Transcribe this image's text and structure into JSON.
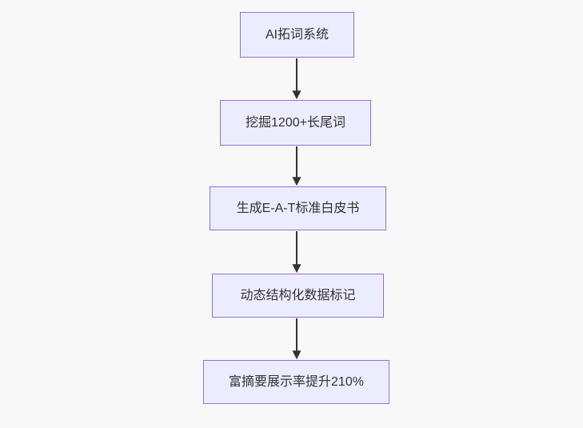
{
  "diagram": {
    "type": "flowchart",
    "direction": "top-down",
    "nodes": [
      {
        "label": "AI拓词系统"
      },
      {
        "label": "挖掘1200+长尾词"
      },
      {
        "label": "生成E-A-T标准白皮书"
      },
      {
        "label": "动态结构化数据标记"
      },
      {
        "label": "富摘要展示率提升210%"
      }
    ],
    "edges": [
      {
        "from": 0,
        "to": 1
      },
      {
        "from": 1,
        "to": 2
      },
      {
        "from": 2,
        "to": 3
      },
      {
        "from": 3,
        "to": 4
      }
    ]
  },
  "colors": {
    "canvas_bg": "#f8f8f8",
    "node_fill": "#ECECFF",
    "node_border": "#9370DB",
    "edge_line": "#333333",
    "node_text": "#333333"
  }
}
